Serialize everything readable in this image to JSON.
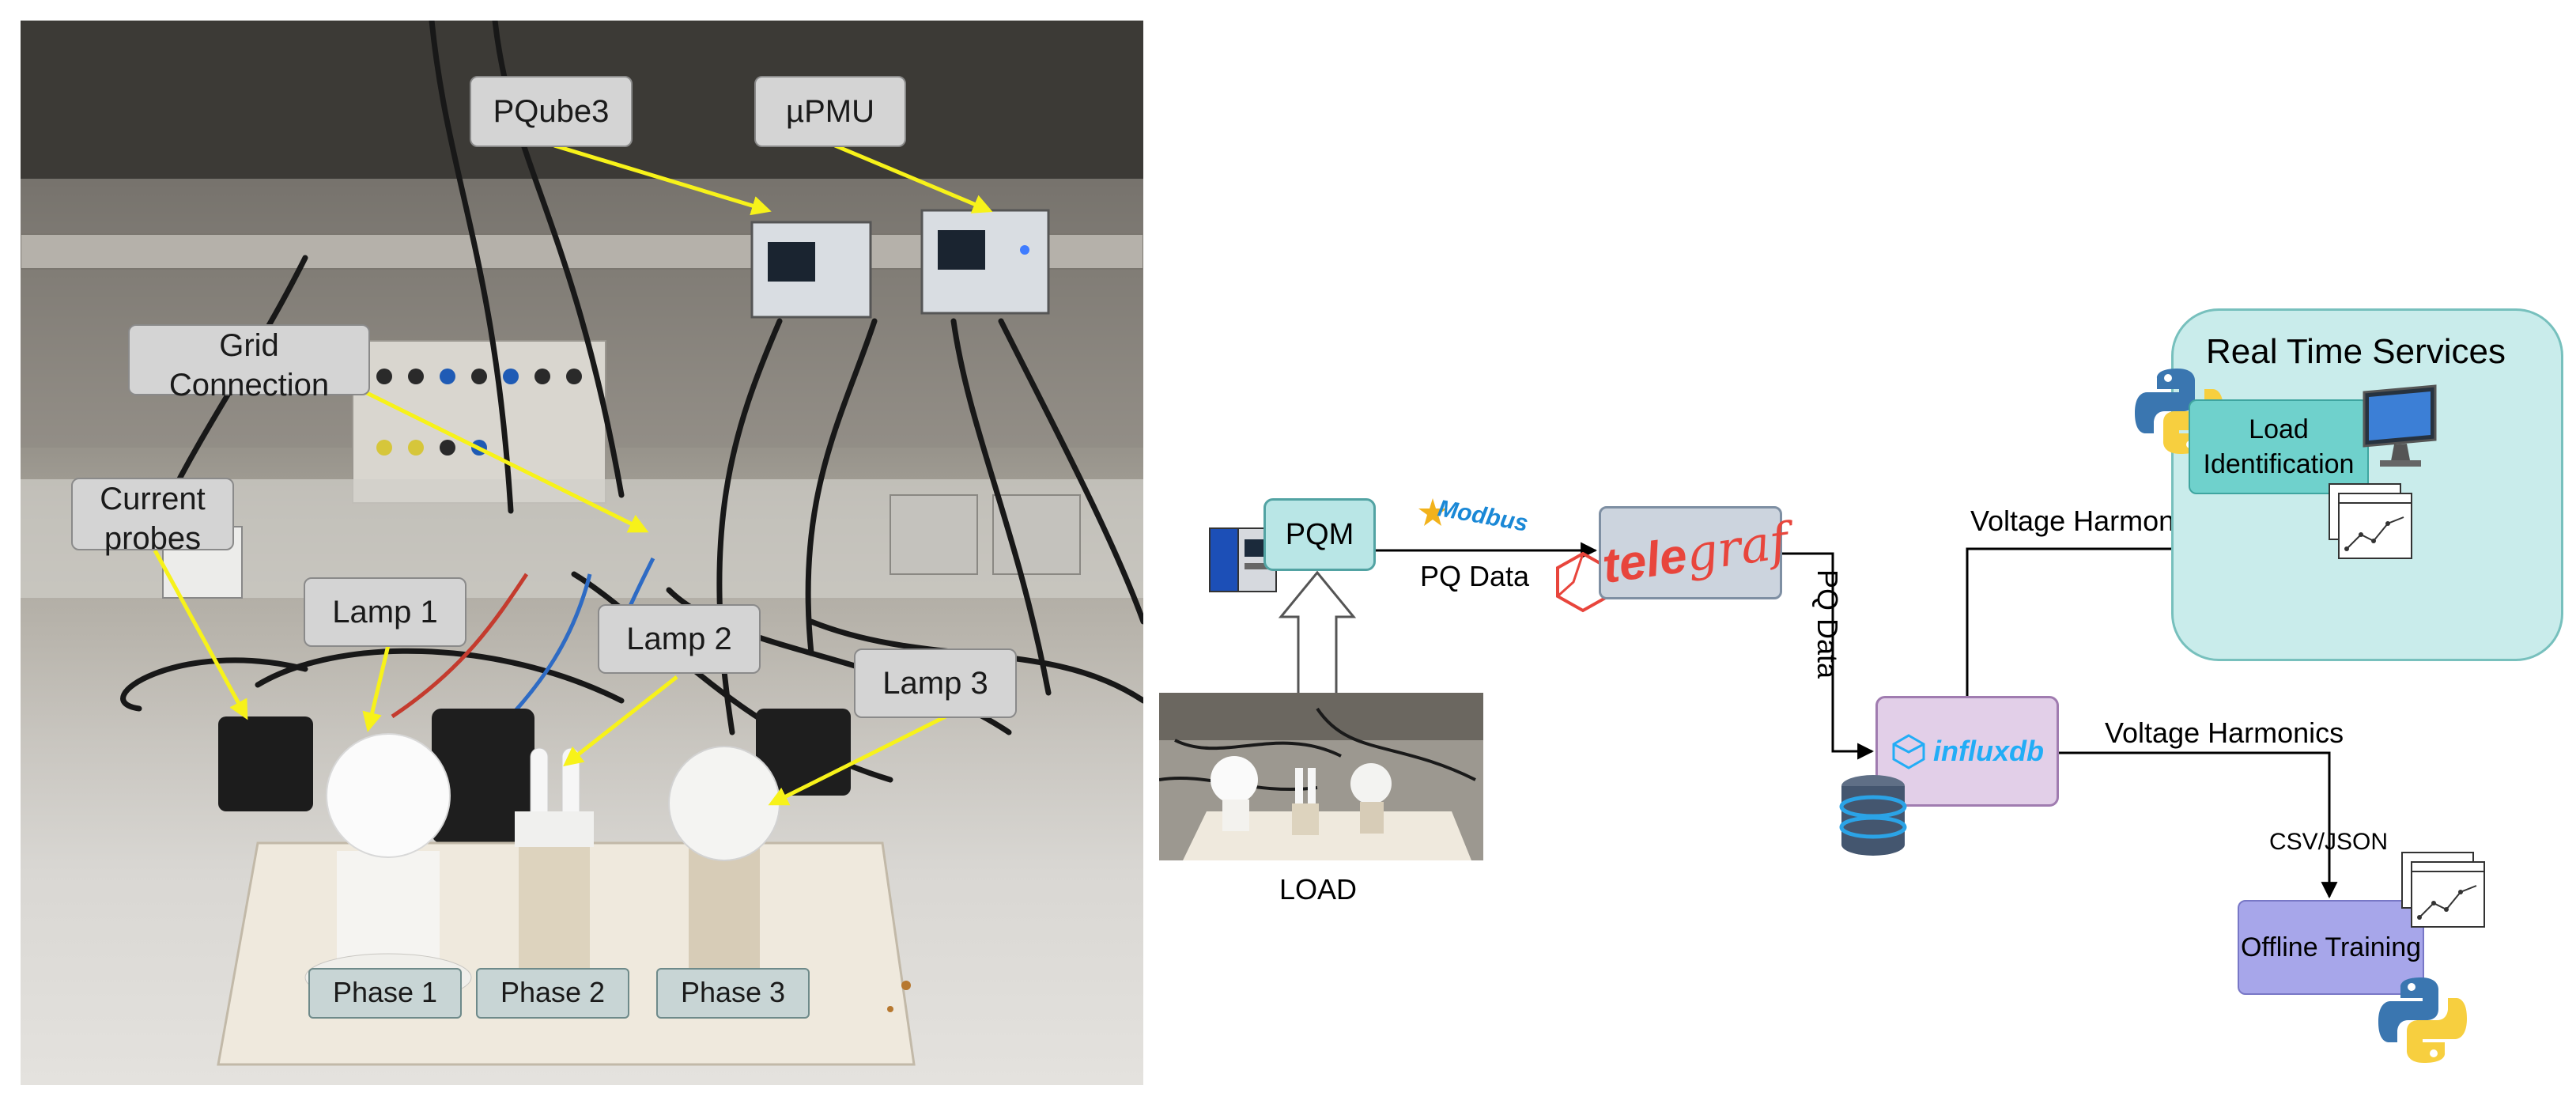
{
  "photo": {
    "labels": {
      "pqube3": "PQube3",
      "upmu": "µPMU",
      "grid_connection": "Grid Connection",
      "current_probes": "Current probes",
      "lamp1": "Lamp 1",
      "lamp2": "Lamp 2",
      "lamp3": "Lamp 3"
    },
    "phases": [
      "Phase 1",
      "Phase 2",
      "Phase 3"
    ],
    "arrow_color": "#f7f21a"
  },
  "diagram": {
    "pqm": "PQM",
    "modbus_logo": "Modbus",
    "pq_data_horizontal": "PQ Data",
    "telegraf_logo_part1": "tele",
    "telegraf_logo_part2": "graf",
    "pq_data_vertical": "PQ Data",
    "influxdb_logo": "influxdb",
    "voltage_harmonics_upper": "Voltage Harmonics",
    "voltage_harmonics_lower": "Voltage Harmonics",
    "csv_json": "CSV/JSON",
    "real_time_services": "Real Time Services",
    "load_identification": "Load Identification",
    "offline_training": "Offline Training",
    "load": "LOAD",
    "colors": {
      "pqm_fill": "#b9e6e6",
      "telegraf_fill": "#ccd4de",
      "influx_fill": "#e2cfe8",
      "rts_fill": "#c9eceb",
      "load_id_fill": "#6fd1cc",
      "offline_fill": "#a7a6ea",
      "telegraf_red": "#e8453c",
      "influx_blue": "#22adf6"
    }
  }
}
